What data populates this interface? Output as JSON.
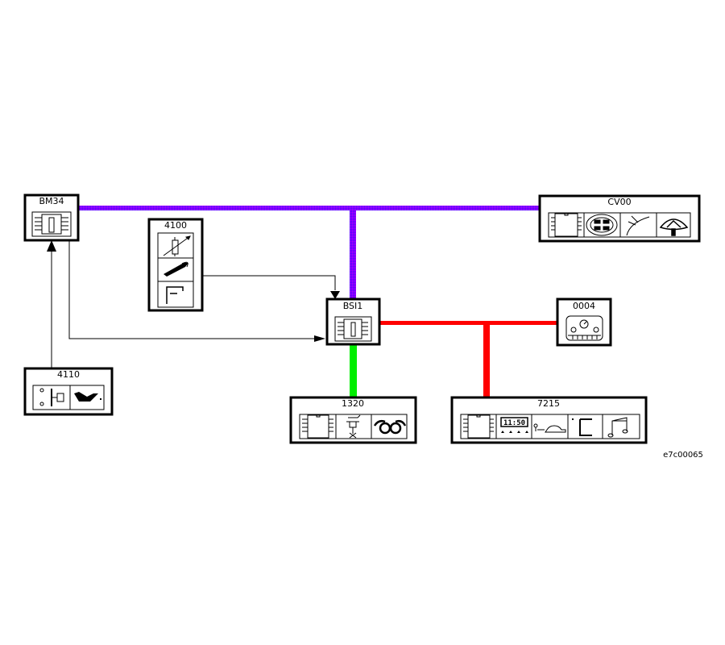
{
  "diagram": {
    "reference": "e7c00065",
    "buses": {
      "comfort_can": {
        "color_a": "#8000ff",
        "color_b": "#4000ff",
        "name": "purple-bus"
      },
      "body_can": {
        "color": "#ff0000",
        "name": "red-bus"
      },
      "engine_link": {
        "color": "#00ee00",
        "name": "green-bus"
      }
    },
    "modules": [
      {
        "id": "BM34",
        "label": "BM34",
        "icons": [
          "ecu-chip-icon"
        ]
      },
      {
        "id": "4100",
        "label": "4100",
        "icons": [
          "variable-resistor-icon",
          "wiper-stalk-icon",
          "lever-switch-icon"
        ]
      },
      {
        "id": "4110",
        "label": "4110",
        "icons": [
          "pressure-switch-icon",
          "oil-can-icon"
        ]
      },
      {
        "id": "CV00",
        "label": "CV00",
        "icons": [
          "ic-chip-icon",
          "connector-icon",
          "wiper-arc-icon",
          "steering-wheel-icon"
        ]
      },
      {
        "id": "BSI1",
        "label": "BSI1",
        "icons": [
          "ecu-chip-icon"
        ]
      },
      {
        "id": "0004",
        "label": "0004",
        "icons": [
          "instrument-cluster-icon"
        ]
      },
      {
        "id": "1320",
        "label": "1320",
        "icons": [
          "ic-chip-icon",
          "injector-icon",
          "glow-plug-icon"
        ]
      },
      {
        "id": "7215",
        "label": "7215",
        "icons": [
          "ic-chip-icon",
          "clock-display-icon",
          "key-car-icon",
          "bracket-icon",
          "music-note-icon"
        ],
        "clock_text": "11:50"
      }
    ]
  }
}
